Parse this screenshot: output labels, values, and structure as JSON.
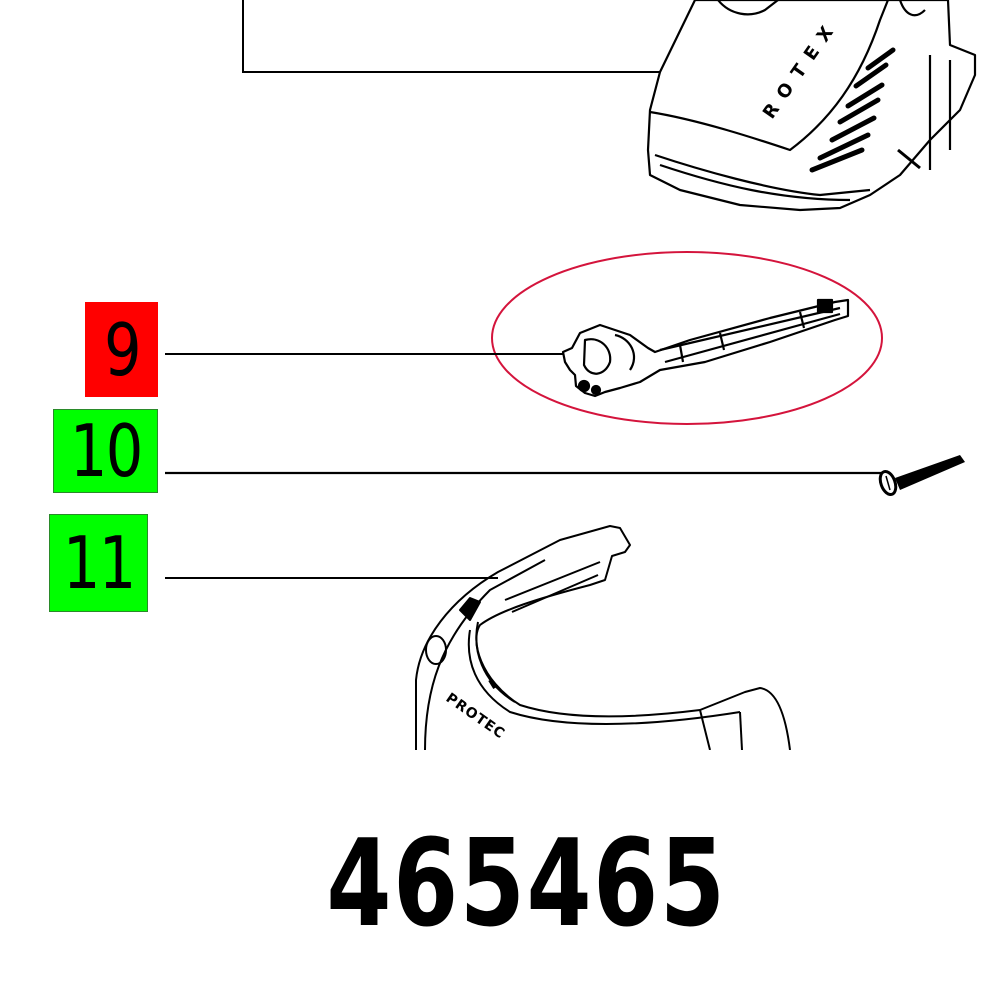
{
  "diagram": {
    "part_number": "465465",
    "callouts": [
      {
        "number": "9",
        "status": "highlighted",
        "color": "#ff0000"
      },
      {
        "number": "10",
        "status": "available",
        "color": "#00ff00"
      },
      {
        "number": "11",
        "status": "available",
        "color": "#00ff00"
      }
    ],
    "parts": {
      "sander_housing": {
        "brand_text": "ROTEX"
      },
      "lever": {
        "highlight_color": "#d4143c"
      },
      "screw": {},
      "protector": {
        "brand_text": "PROTEC"
      }
    }
  }
}
